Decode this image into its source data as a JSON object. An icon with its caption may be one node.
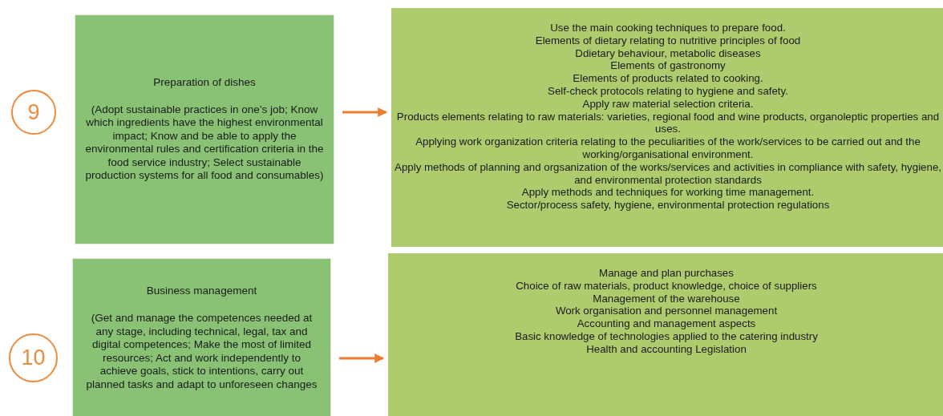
{
  "diagram": {
    "nodes": [
      {
        "text": [
          "9"
        ]
      },
      {
        "text": [
          "Preparation of dishes",
          "(Adopt sustainable practices in one’s job; Know which ingredients have the highest environmental impact; Know and be able to apply the environmental rules and certification criteria in the food service industry; Select sustainable production systems for all food and consumables)"
        ]
      },
      {
        "text": [
          "Use the main cooking techniques to prepare food.",
          "Elements of dietary relating to nutritive principles of food",
          "Ddietary behaviour, metabolic diseases",
          "Elements of gastronomy",
          "Elements of products related to cooking.",
          "Self-check protocols relating to hygiene and safety.",
          "Apply raw material selection criteria.",
          "Products elements relating to raw materials: varieties, regional food and wine products, organoleptic properties and uses.",
          "Applying work organization criteria relating to the peculiarities of the work/services to be carried out and the working/organisational environment.",
          "Apply methods of planning and orgsanization of the works/services and activities in compliance with safety, hygiene, and environmental protection standards",
          "Apply methods and techniques for working time management.",
          "Sector/process safety, hygiene, environmental protection regulations"
        ]
      },
      {
        "text": [
          "10"
        ]
      },
      {
        "text": [
          "Business management",
          "(Get and manage the competences needed at any stage, including technical, legal, tax and digital competences; Make the most of limited resources; Act and work independently to achieve goals, stick to intentions, carry out planned tasks and adapt to unforeseen changes"
        ]
      },
      {
        "text": [
          "Manage and plan purchases",
          "Choice of raw materials, product knowledge, choice of suppliers",
          "Management of the warehouse",
          "Work organisation and personnel management",
          "Accounting and management aspects",
          "Basic knowledge of technologies applied to the catering industry",
          "Health and accounting  Legislation"
        ]
      }
    ],
    "edges": [
      {
        "from": 1,
        "to": 2,
        "arrow": "to"
      },
      {
        "from": 4,
        "to": 5,
        "arrow": "to"
      }
    ]
  }
}
